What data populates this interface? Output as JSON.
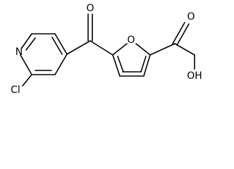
{
  "molecule": {
    "atoms": {
      "nitrogen": "N",
      "chlorine": "Cl",
      "carbonyl_oxygen": "O",
      "furan_oxygen": "O",
      "hydroxyl": "OH"
    },
    "colors": {
      "bond": "#000000",
      "label": "#000000",
      "background": "#ffffff"
    }
  }
}
